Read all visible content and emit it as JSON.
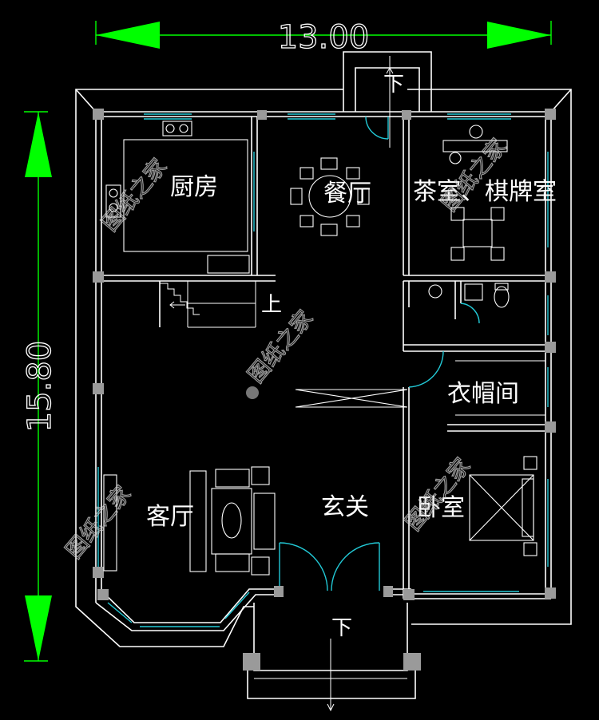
{
  "dimensions": {
    "width_label": "13.00",
    "height_label": "15.80"
  },
  "rooms": {
    "kitchen": "厨房",
    "dining": "餐厅",
    "tea_room": "茶室、棋牌室",
    "cloakroom": "衣帽间",
    "living_room": "客厅",
    "foyer": "玄关",
    "bedroom": "卧室"
  },
  "stair_marks": {
    "up": "上",
    "down_back": "下",
    "down_front": "下"
  },
  "watermark": "图纸之家",
  "colors": {
    "background": "#000000",
    "walls": "#ffffff",
    "windows": "#22c9d6",
    "dimension_arrows": "#00ff00",
    "columns": "#9a9a9a"
  }
}
